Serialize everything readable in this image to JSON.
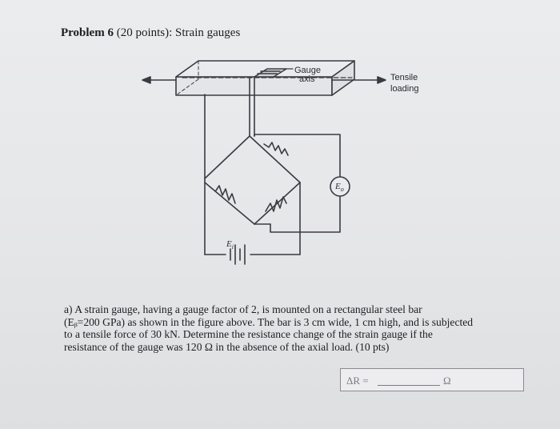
{
  "problem": {
    "heading": "Problem 6",
    "points": "(20 points): Strain gauges"
  },
  "figure": {
    "gauge_label_line1": "Gauge",
    "gauge_label_line2": "axis",
    "tensile_line1": "Tensile",
    "tensile_line2": "loading",
    "source_label": "E",
    "source_sub": "i",
    "output_label": "E",
    "output_sub": "o"
  },
  "question": {
    "lines": [
      "a) A strain gauge, having a gauge factor of 2, is mounted on a rectangular steel bar",
      "(Eᵦ=200 GPa) as shown in the figure above. The bar is 3 cm wide, 1 cm high, and is subjected",
      "to a tensile force of 30 kN. Determine the resistance change of the strain gauge if the",
      "resistance of the gauge was 120 Ω in the absence of the axial load. (10 pts)"
    ]
  },
  "answer": {
    "label": "ΔR =",
    "value": "",
    "unit": "Ω"
  }
}
